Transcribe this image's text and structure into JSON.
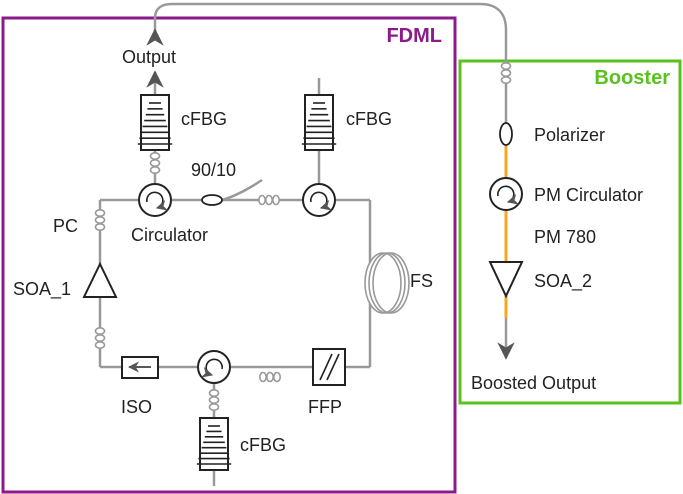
{
  "colors": {
    "fdml": "#8b1a8b",
    "booster": "#5ac21e",
    "fiber": "#999999",
    "pm_fiber": "#f5a623",
    "stroke": "#222222"
  },
  "boxes": {
    "fdml_title": "FDML",
    "booster_title": "Booster"
  },
  "labels": {
    "output": "Output",
    "cfbg_top_left": "cFBG",
    "cfbg_top_right": "cFBG",
    "coupler_ratio": "90/10",
    "pc": "PC",
    "circulator": "Circulator",
    "soa_1": "SOA_1",
    "fs": "FS",
    "iso": "ISO",
    "ffp": "FFP",
    "cfbg_bottom": "cFBG",
    "polarizer": "Polarizer",
    "pm_circulator": "PM Circulator",
    "pm_780": "PM 780",
    "soa_2": "SOA_2",
    "boosted_output": "Boosted Output"
  },
  "icons": {
    "circulator": "circulator-icon",
    "amplifier": "amplifier-triangle-icon",
    "isolator": "isolator-icon",
    "filter": "fabry-perot-filter-icon",
    "grating": "chirped-fiber-bragg-grating-icon",
    "polarization_controller": "polarization-controller-icon",
    "fiber_spool": "fiber-spool-icon",
    "polarizer": "polarizer-icon",
    "coupler": "fiber-coupler-icon"
  }
}
